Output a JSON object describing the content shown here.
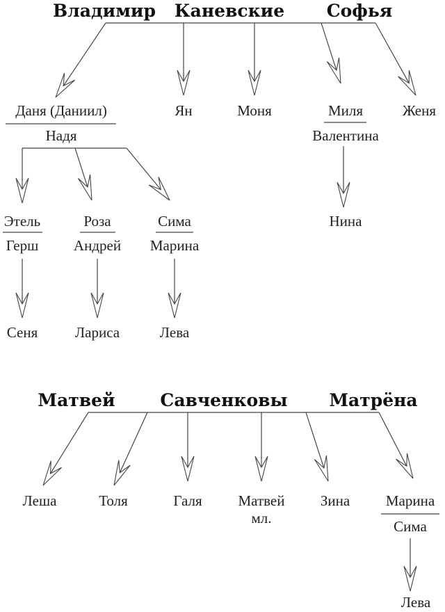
{
  "tree1": {
    "father": "Владимир",
    "family": "Каневские",
    "mother": "Софья",
    "children": {
      "danya": "Даня (Даниил)",
      "danya_spouse": "Надя",
      "yan": "Ян",
      "monya": "Моня",
      "milya": "Миля",
      "milya_spouse": "Валентина",
      "zhenya": "Женя"
    },
    "grandchildren": {
      "etel": "Этель",
      "etel_spouse": "Герш",
      "roza": "Роза",
      "roza_spouse": "Андрей",
      "sima": "Сима",
      "sima_spouse": "Марина",
      "nina": "Нина"
    },
    "great_grandchildren": {
      "senya": "Сеня",
      "larisa": "Лариса",
      "leva": "Лева"
    }
  },
  "tree2": {
    "father": "Матвей",
    "family": "Савченковы",
    "mother": "Матрёна",
    "children": {
      "lesha": "Леша",
      "tolya": "Толя",
      "galya": "Галя",
      "matvey_jr_line1": "Матвей",
      "matvey_jr_line2": "мл.",
      "zina": "Зина",
      "marina": "Марина",
      "marina_spouse": "Сима"
    },
    "grandchildren": {
      "leva": "Лева"
    }
  }
}
